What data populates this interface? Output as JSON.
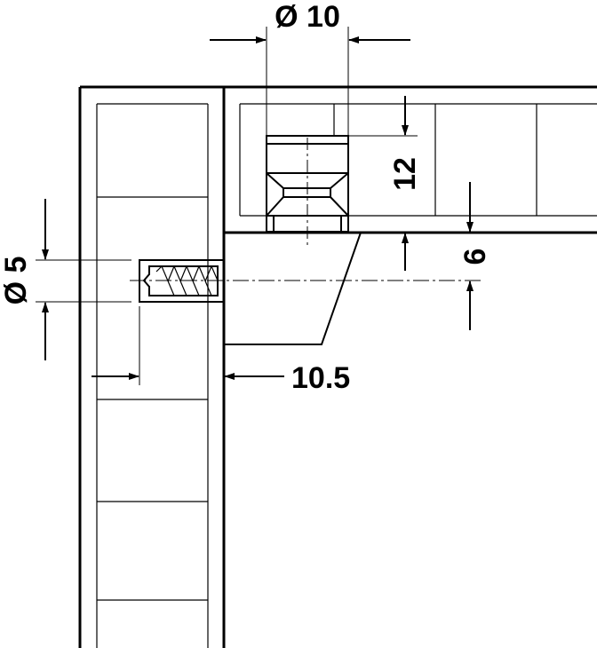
{
  "dimensions": {
    "diameter_top": "Ø 10",
    "height_12": "12",
    "offset_6": "6",
    "diameter_left": "Ø 5",
    "distance_105": "10.5"
  }
}
